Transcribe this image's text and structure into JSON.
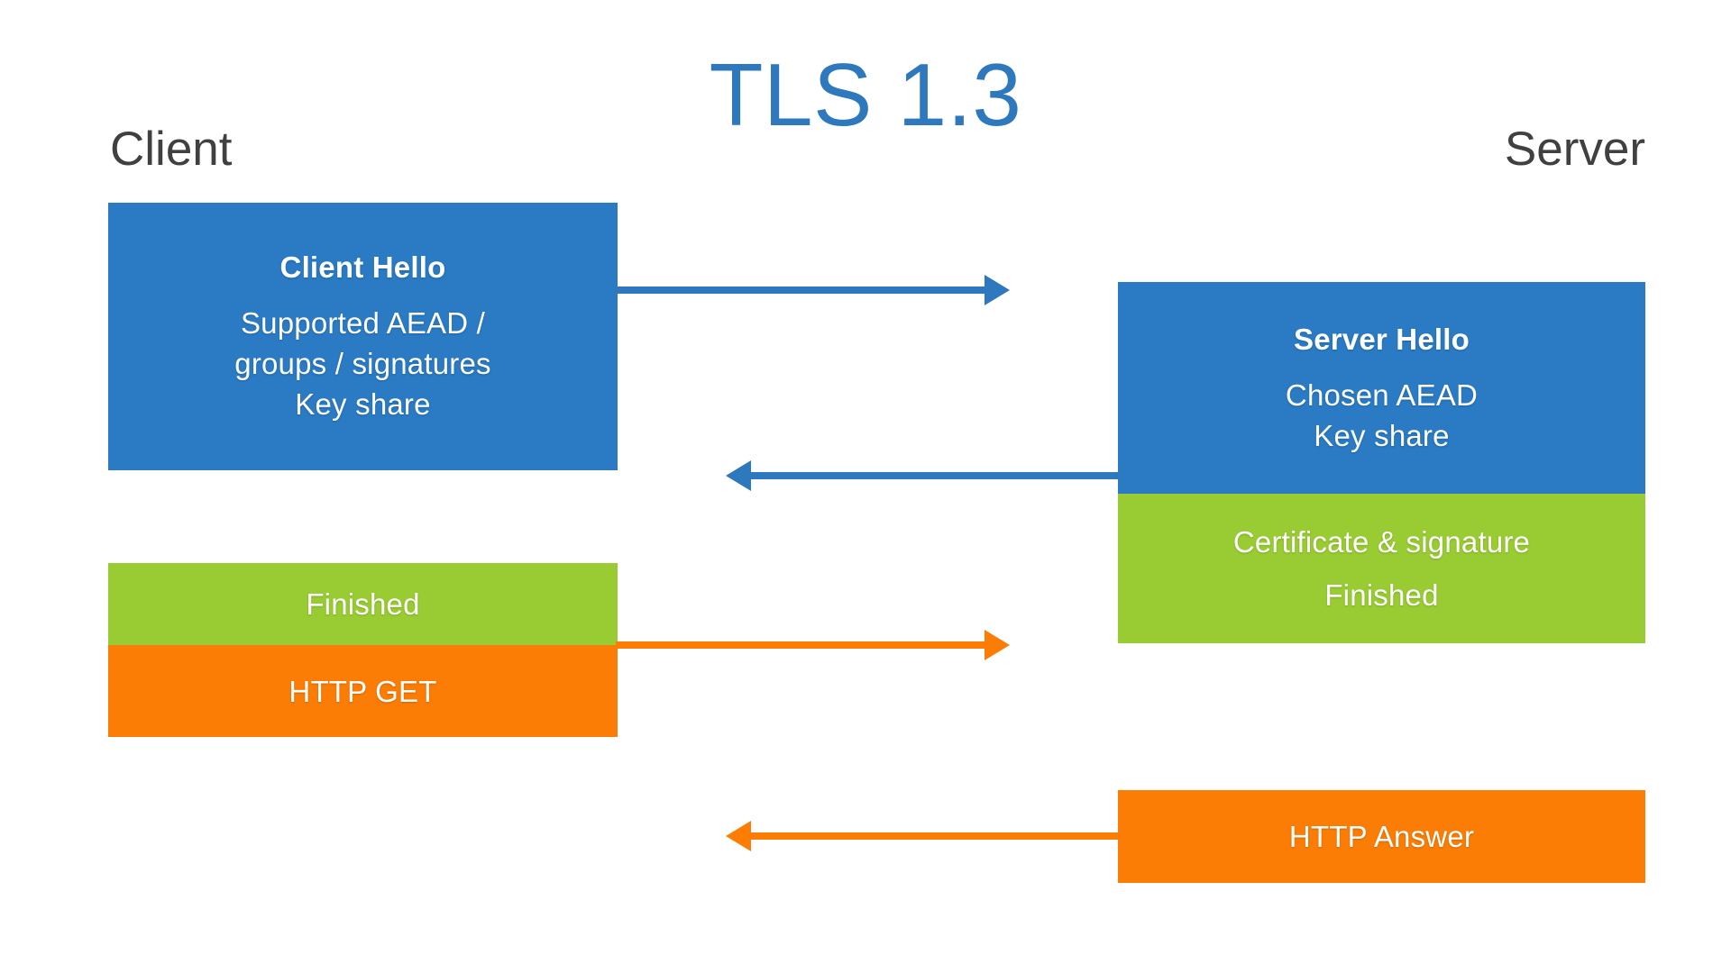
{
  "diagram": {
    "title": "TLS 1.3",
    "title_color": "#2E78BD",
    "background_color": "#ffffff",
    "endpoints": {
      "client_label": "Client",
      "server_label": "Server",
      "label_color": "#404040"
    },
    "palette": {
      "blue": "#2A7AC4",
      "green": "#99CC33",
      "orange": "#FB7D05",
      "arrow_blue": "#2E78BD",
      "arrow_orange": "#FB7D05"
    },
    "messages": {
      "client_hello": {
        "title": "Client Hello",
        "line1": "Supported AEAD /",
        "line2": "groups / signatures",
        "line3": "Key share",
        "color": "#2A7AC4"
      },
      "server_hello": {
        "title": "Server Hello",
        "line1": "Chosen AEAD",
        "line2": "Key share",
        "color": "#2A7AC4"
      },
      "server_certificate": {
        "line1": "Certificate & signature",
        "line2": "Finished",
        "color": "#99CC33"
      },
      "client_finished": {
        "line1": "Finished",
        "color": "#99CC33"
      },
      "client_http_get": {
        "line1": "HTTP GET",
        "color": "#FB7D05"
      },
      "server_http_answer": {
        "line1": "HTTP Answer",
        "color": "#FB7D05"
      }
    },
    "arrows": [
      {
        "name": "client-hello-arrow",
        "direction": "right",
        "color": "#2E78BD"
      },
      {
        "name": "server-hello-arrow",
        "direction": "left",
        "color": "#2E78BD"
      },
      {
        "name": "http-get-arrow",
        "direction": "right",
        "color": "#FB7D05"
      },
      {
        "name": "http-answer-arrow",
        "direction": "left",
        "color": "#FB7D05"
      }
    ]
  }
}
